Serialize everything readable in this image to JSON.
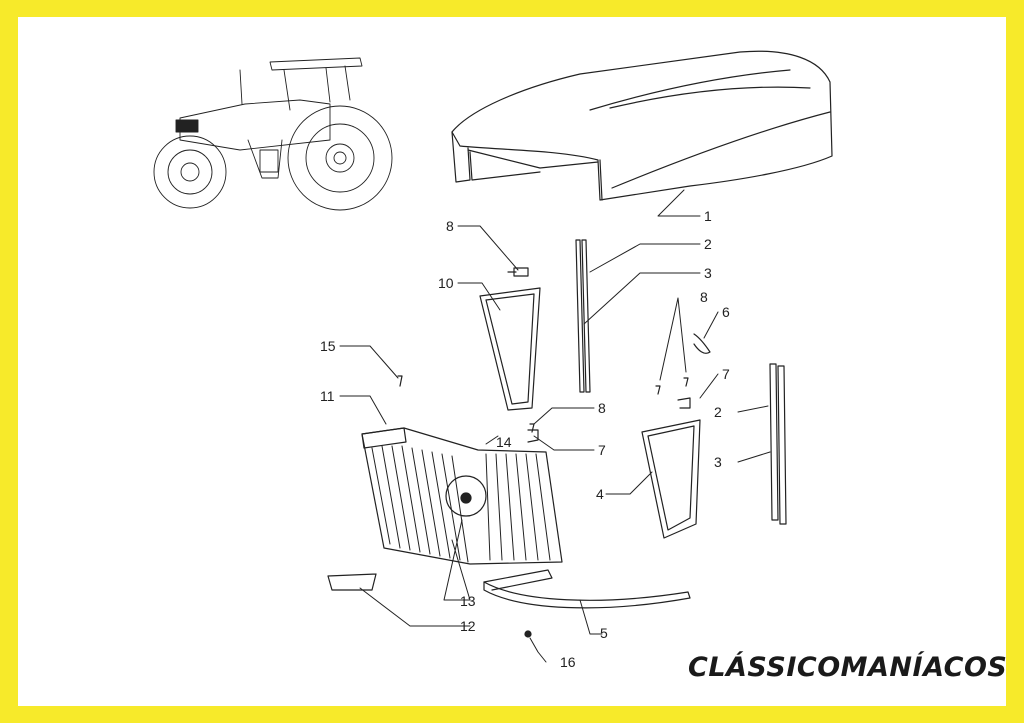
{
  "colors": {
    "border": "#f7ea2a",
    "background": "#ffffff",
    "line": "#222222"
  },
  "callouts": [
    "1",
    "2",
    "3",
    "8",
    "10",
    "15",
    "11",
    "14",
    "8",
    "7",
    "6",
    "8",
    "7",
    "2",
    "3",
    "4",
    "13",
    "12",
    "5",
    "16"
  ],
  "brand": "CLÁSSICOMANÍACOS",
  "parts": {
    "hood": "hood-panel",
    "tractor": "tractor-thumbnail",
    "grille": "front-grille",
    "side_panel": "side-panel",
    "seal": "rubber-seal"
  }
}
